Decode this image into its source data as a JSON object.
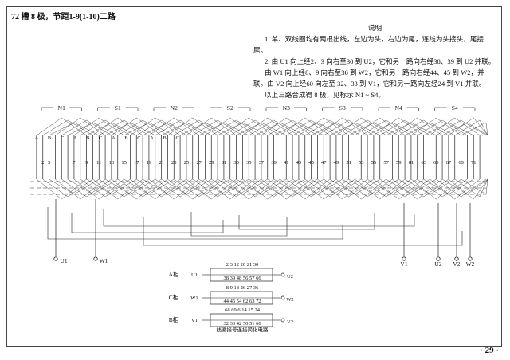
{
  "title": "72 槽 8 极，节距1-9(1-10)二路",
  "notes": {
    "heading": "说明",
    "items": [
      "1. 单、双线圈均有两根出线，左边为头，右边为尾，连线为头接头，尾接尾。",
      "2. 由 U1 向上经2、3 向右至30 到 U2，它和另一路向右经38、39 到 U2 并联。",
      "由 W1 向上经8、9 向右至36 到 W2，它和另一路向右经44、45 到 W2，并联。由 V2 向上经60 向左至 32、33 到 V1，它和另一路向左经24 到 V1 并联。",
      "以上三路合成得 8 极，见标示 N1 ~ S4。"
    ]
  },
  "poles": [
    "N1",
    "S1",
    "N2",
    "S2",
    "N3",
    "S3",
    "N4",
    "S4"
  ],
  "coil_letters": [
    "A",
    "B",
    "C",
    "A",
    "B",
    "C",
    "A",
    "B",
    "C",
    "A",
    "B",
    "C"
  ],
  "slot_numbers": [
    "2",
    "3",
    "7",
    "9",
    "11",
    "13",
    "15",
    "17",
    "19",
    "21",
    "23",
    "25",
    "27",
    "29",
    "31",
    "33",
    "35",
    "37",
    "39",
    "41",
    "43",
    "45",
    "47",
    "49",
    "51",
    "53",
    "55",
    "57",
    "59",
    "61",
    "63",
    "65",
    "67",
    "69",
    "71"
  ],
  "terminals": {
    "left": [
      "U1",
      "W1"
    ],
    "right": [
      "V1",
      "W2",
      "U2",
      "V2"
    ]
  },
  "simplified": {
    "caption": "线圈接号连接简化电路",
    "phases": [
      {
        "phase": "A相",
        "start": "U1",
        "end": "U2",
        "top": "2  3  12  20  21  30",
        "bottom": "38  39  48  56  57  66"
      },
      {
        "phase": "C相",
        "start": "W1",
        "end": "W2",
        "top": "8  9  18  26  27  36",
        "bottom": "44  45  54  62  63  72"
      },
      {
        "phase": "B相",
        "start": "V1",
        "end": "V2",
        "top": "68  69  6  14  15  24",
        "bottom": "32  33  42  50  51  60"
      }
    ]
  },
  "page_number": "· 29 ·"
}
